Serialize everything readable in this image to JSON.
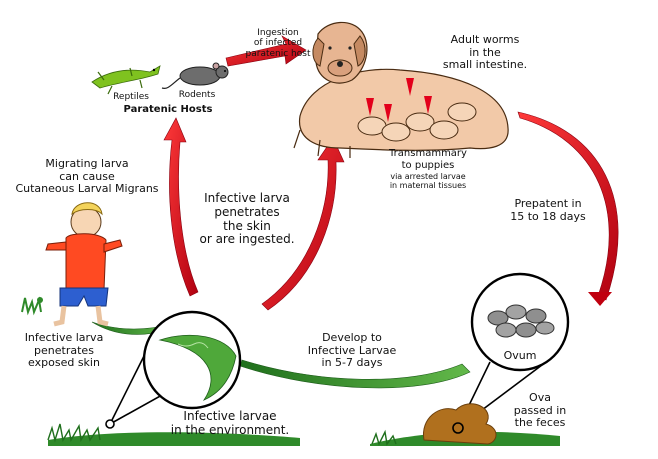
{
  "colors": {
    "arrow_red": "#e3001b",
    "grass_green": "#2f8a2a",
    "larva_green": "#4fa83a",
    "dog_tan": "#f2c9a8",
    "feces_brown": "#b0701e",
    "shirt_red": "#ff4a22",
    "shorts_blue": "#2d5fd0"
  },
  "labels": {
    "reptiles": "Reptiles",
    "rodents": "Rodents",
    "paratenic_hosts": "Paratenic Hosts",
    "ingestion": "Ingestion\nof infected\nparatenic host",
    "adult_worms": "Adult worms\nin the\nsmall intestine.",
    "transmammary": "Transmammary\nto puppies",
    "transmammary_sub": "via arrested larvae\nin maternal tissues",
    "migrating_larva": "Migrating larva\ncan cause\nCutaneous Larval Migrans",
    "infective_larva_skin": "Infective larva\npenetrates\nthe skin\nor are ingested.",
    "prepatent": "Prepatent in\n15 to 18 days",
    "penetrates_exposed": "Infective larva\npenetrates\nexposed skin",
    "develop": "Develop to\nInfective Larvae\nin 5-7 days",
    "ovum": "Ovum",
    "ova_passed": "Ova\npassed in\nthe feces",
    "larvae_environment": "Infective larvae\nin the environment."
  },
  "icons": [
    "lizard-icon",
    "rodent-icon",
    "dog-icon",
    "child-icon",
    "ova-icon",
    "larva-icon",
    "feces-icon",
    "grass-icon"
  ]
}
